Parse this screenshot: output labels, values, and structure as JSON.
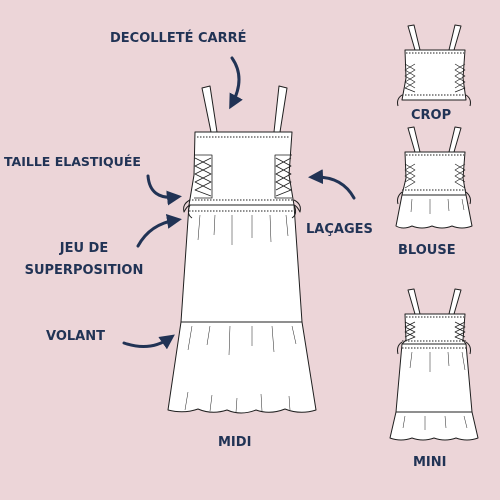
{
  "colors": {
    "background": "#ecd5d8",
    "label_text": "#213355",
    "garment_fill": "#ffffff",
    "garment_outline": "#1f1f1f",
    "arrow": "#213355"
  },
  "annotations": {
    "neckline": "DECOLLETÉ CARRÉ",
    "elastic_waist": "TAILLE ELASTIQUÉE",
    "layering_line1": "JEU DE",
    "layering_line2": "SUPERPOSITION",
    "ruffle": "VOLANT",
    "lacing": "LAÇAGES"
  },
  "variants": {
    "midi": "MIDI",
    "crop": "CROP",
    "blouse": "BLOUSE",
    "mini": "MINI"
  },
  "icons": {
    "arrow": "curved-arrow-icon"
  }
}
